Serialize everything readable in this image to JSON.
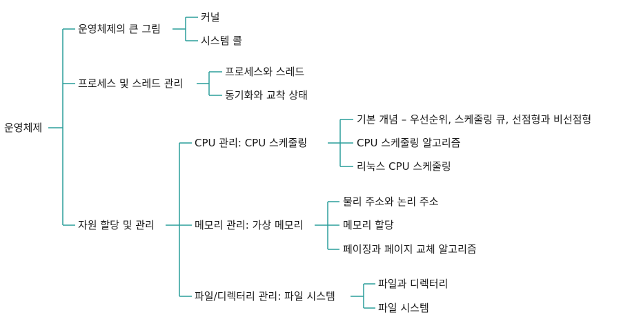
{
  "colors": {
    "connector": "#2a9d9a",
    "text": "#1a1a1a",
    "background": "#ffffff"
  },
  "root": "운영체제",
  "branches": [
    {
      "label": "운영체제의 큰 그림",
      "children": [
        {
          "label": "커널"
        },
        {
          "label": "시스템 콜"
        }
      ]
    },
    {
      "label": "프로세스 및 스레드 관리",
      "children": [
        {
          "label": "프로세스와 스레드"
        },
        {
          "label": "동기화와 교착 상태"
        }
      ]
    },
    {
      "label": "자원 할당 및 관리",
      "children": [
        {
          "label": "CPU 관리: CPU 스케줄링",
          "children": [
            {
              "label": "기본 개념 – 우선순위, 스케줄링 큐, 선점형과 비선점형"
            },
            {
              "label": "CPU 스케줄링 알고리즘"
            },
            {
              "label": "리눅스 CPU 스케줄링"
            }
          ]
        },
        {
          "label": "메모리 관리: 가상 메모리",
          "children": [
            {
              "label": "물리 주소와 논리 주소"
            },
            {
              "label": "메모리 할당"
            },
            {
              "label": "페이징과 페이지 교체 알고리즘"
            }
          ]
        },
        {
          "label": "파일/디렉터리 관리: 파일 시스템",
          "children": [
            {
              "label": "파일과 디렉터리"
            },
            {
              "label": "파일 시스템"
            }
          ]
        }
      ]
    }
  ]
}
